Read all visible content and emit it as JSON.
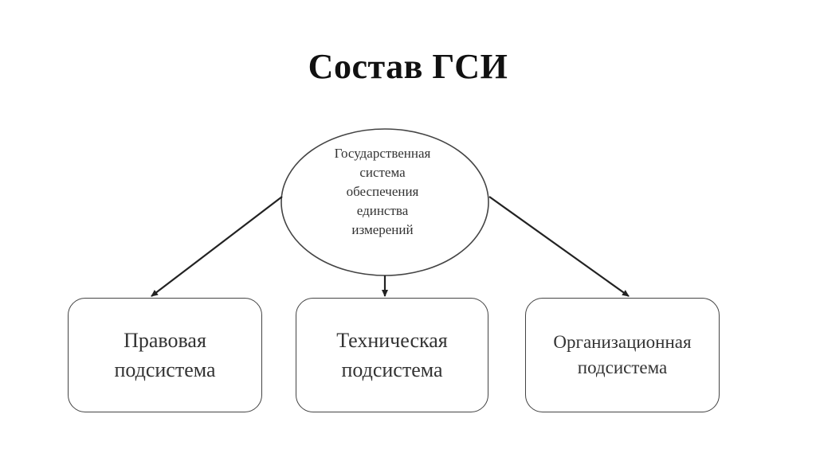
{
  "title": "Состав ГСИ",
  "center": {
    "lines": [
      "Государственная",
      "система",
      "обеспечения",
      "единства",
      "измерений"
    ]
  },
  "subsystems": [
    {
      "lines": [
        "Правовая",
        "подсистема"
      ]
    },
    {
      "lines": [
        "Техническая",
        "подсистема"
      ]
    },
    {
      "lines": [
        "Организационная",
        "подсистема"
      ]
    }
  ],
  "colors": {
    "stroke": "#333333",
    "text": "#333333",
    "background": "#ffffff"
  }
}
